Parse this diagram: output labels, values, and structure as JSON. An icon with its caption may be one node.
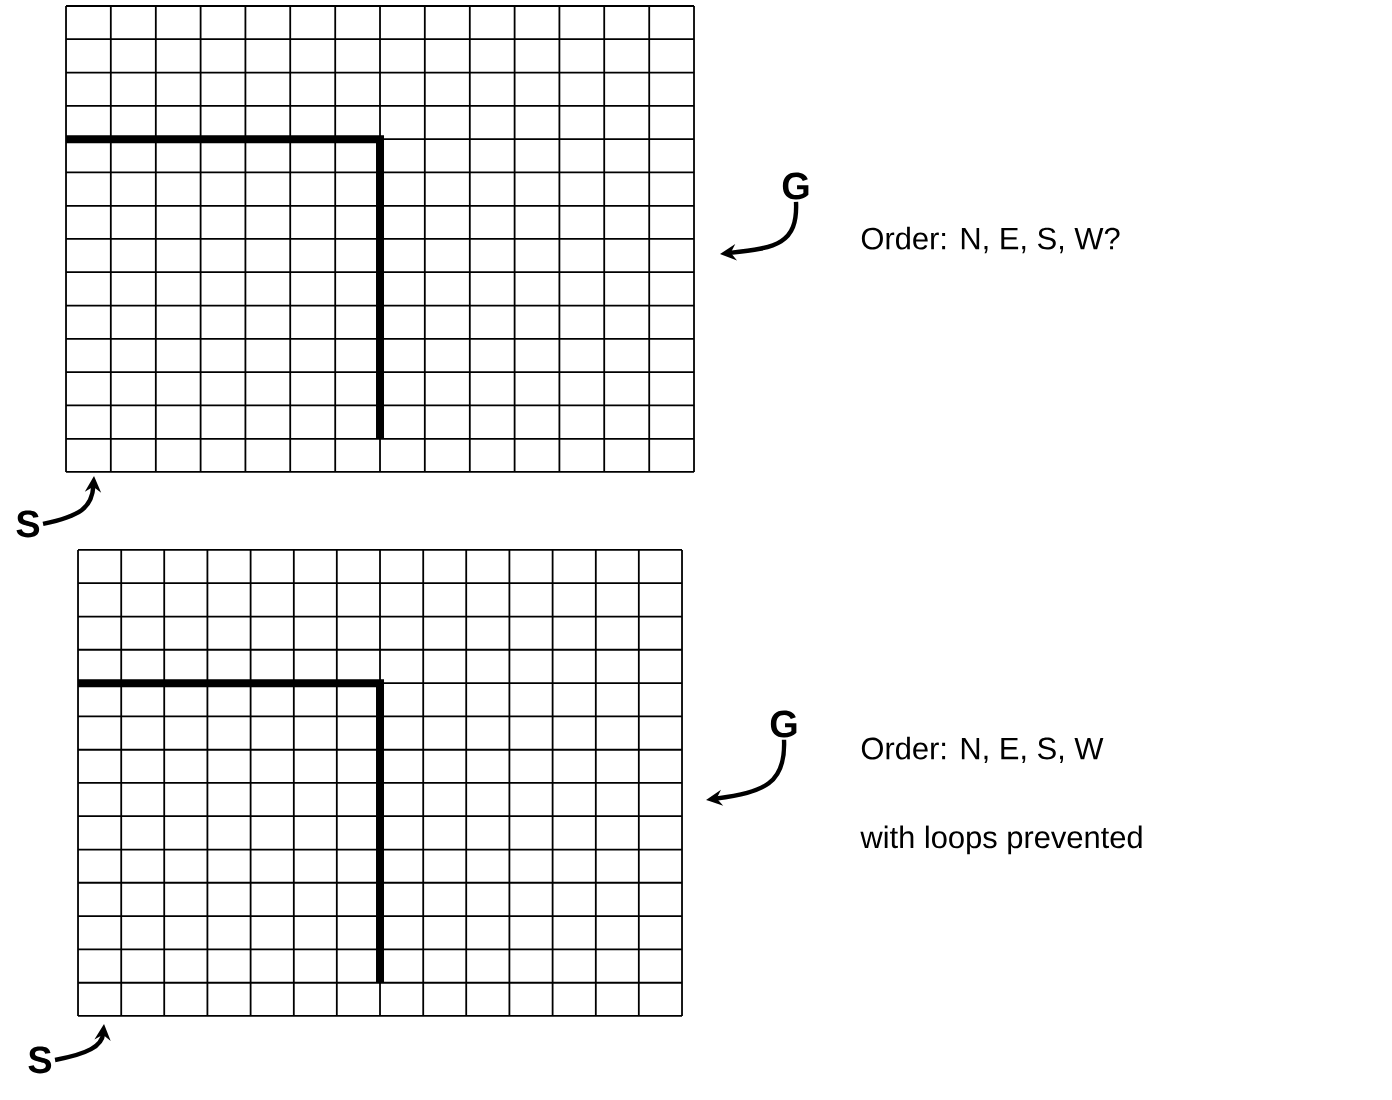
{
  "diagram": {
    "nodes": [
      {
        "text": [
          "G"
        ]
      },
      {
        "text": [
          "S"
        ]
      },
      {
        "text": [
          "G"
        ]
      },
      {
        "text": [
          "S"
        ]
      }
    ],
    "edges": [
      {
        "from": 0,
        "to": null,
        "arrow": "to"
      },
      {
        "from": 1,
        "to": null,
        "arrow": "to"
      },
      {
        "from": 2,
        "to": null,
        "arrow": "to"
      },
      {
        "from": 3,
        "to": null,
        "arrow": "to"
      }
    ],
    "labels": [
      "Order: N, E, S, W?",
      "Order: N, E, S, W",
      "with loops prevented"
    ]
  }
}
